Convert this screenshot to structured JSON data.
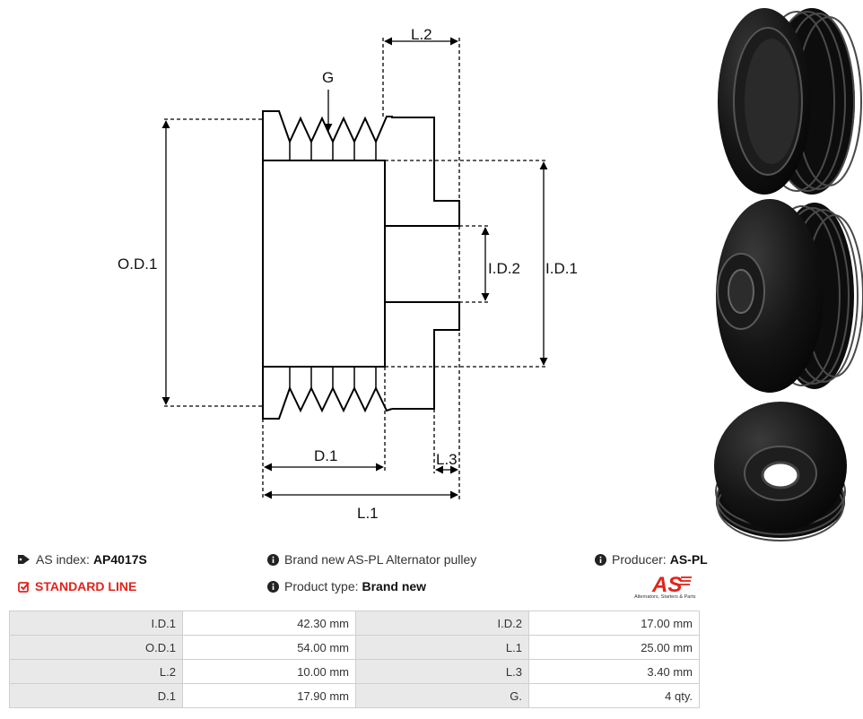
{
  "diagram": {
    "labels": {
      "g": "G",
      "l2": "L.2",
      "od1": "O.D.1",
      "id2": "I.D.2",
      "id1": "I.D.1",
      "d1": "D.1",
      "l3": "L.3",
      "l1": "L.1"
    }
  },
  "photos": {
    "count": 3,
    "color": "#111111"
  },
  "info": {
    "as_index_label": "AS index:",
    "as_index_value": "AP4017S",
    "description": "Brand new AS-PL Alternator pulley",
    "producer_label": "Producer:",
    "producer_value": "AS-PL",
    "standard_line": "STANDARD LINE",
    "product_type_label": "Product type:",
    "product_type_value": "Brand new",
    "logo_text": "AS",
    "logo_tagline": "Alternators, Starters & Parts"
  },
  "colors": {
    "accent": "#e3231b"
  },
  "specs": [
    {
      "k1": "I.D.1",
      "v1": "42.30 mm",
      "k2": "I.D.2",
      "v2": "17.00 mm"
    },
    {
      "k1": "O.D.1",
      "v1": "54.00 mm",
      "k2": "L.1",
      "v2": "25.00 mm"
    },
    {
      "k1": "L.2",
      "v1": "10.00 mm",
      "k2": "L.3",
      "v2": "3.40 mm"
    },
    {
      "k1": "D.1",
      "v1": "17.90 mm",
      "k2": "G.",
      "v2": "4 qty."
    }
  ]
}
